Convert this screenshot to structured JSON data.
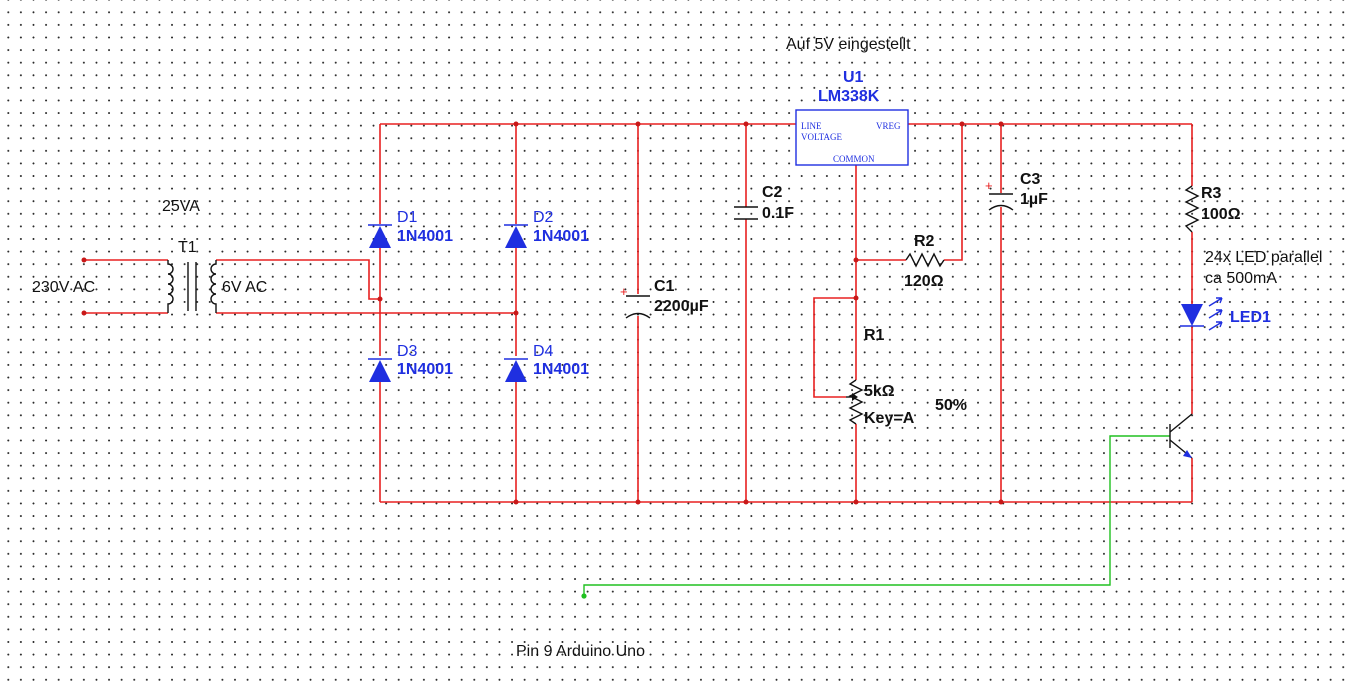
{
  "notes": {
    "regulator_note": "Auf 5V eingestellt",
    "power_rating": "25VA",
    "input_voltage": "230V AC",
    "secondary_voltage": "6V AC",
    "led_note_line1": "24x LED parallel",
    "led_note_line2": "ca 500mA",
    "arduino_note": "Pin 9 Arduino Uno",
    "pot_setting": "50%"
  },
  "components": {
    "transformer": {
      "ref": "T1"
    },
    "regulator": {
      "ref": "U1",
      "part": "LM338K",
      "pin_line": "LINE",
      "pin_voltage": "VOLTAGE",
      "pin_vreg": "VREG",
      "pin_common": "COMMON"
    },
    "d1": {
      "ref": "D1",
      "part": "1N4001"
    },
    "d2": {
      "ref": "D2",
      "part": "1N4001"
    },
    "d3": {
      "ref": "D3",
      "part": "1N4001"
    },
    "d4": {
      "ref": "D4",
      "part": "1N4001"
    },
    "c1": {
      "ref": "C1",
      "value": "2200µF"
    },
    "c2": {
      "ref": "C2",
      "value": "0.1F"
    },
    "c3": {
      "ref": "C3",
      "value": "1µF"
    },
    "r1": {
      "ref": "R1",
      "value": "5kΩ",
      "key": "Key=A"
    },
    "r2": {
      "ref": "R2",
      "value": "120Ω"
    },
    "r3": {
      "ref": "R3",
      "value": "100Ω"
    },
    "led": {
      "ref": "LED1"
    }
  },
  "colors": {
    "wire": "#e82020",
    "control_wire": "#20c020",
    "component_label": "#1f2fe0",
    "symbol": "#111111",
    "grid_dot": "#2a2a2a"
  }
}
